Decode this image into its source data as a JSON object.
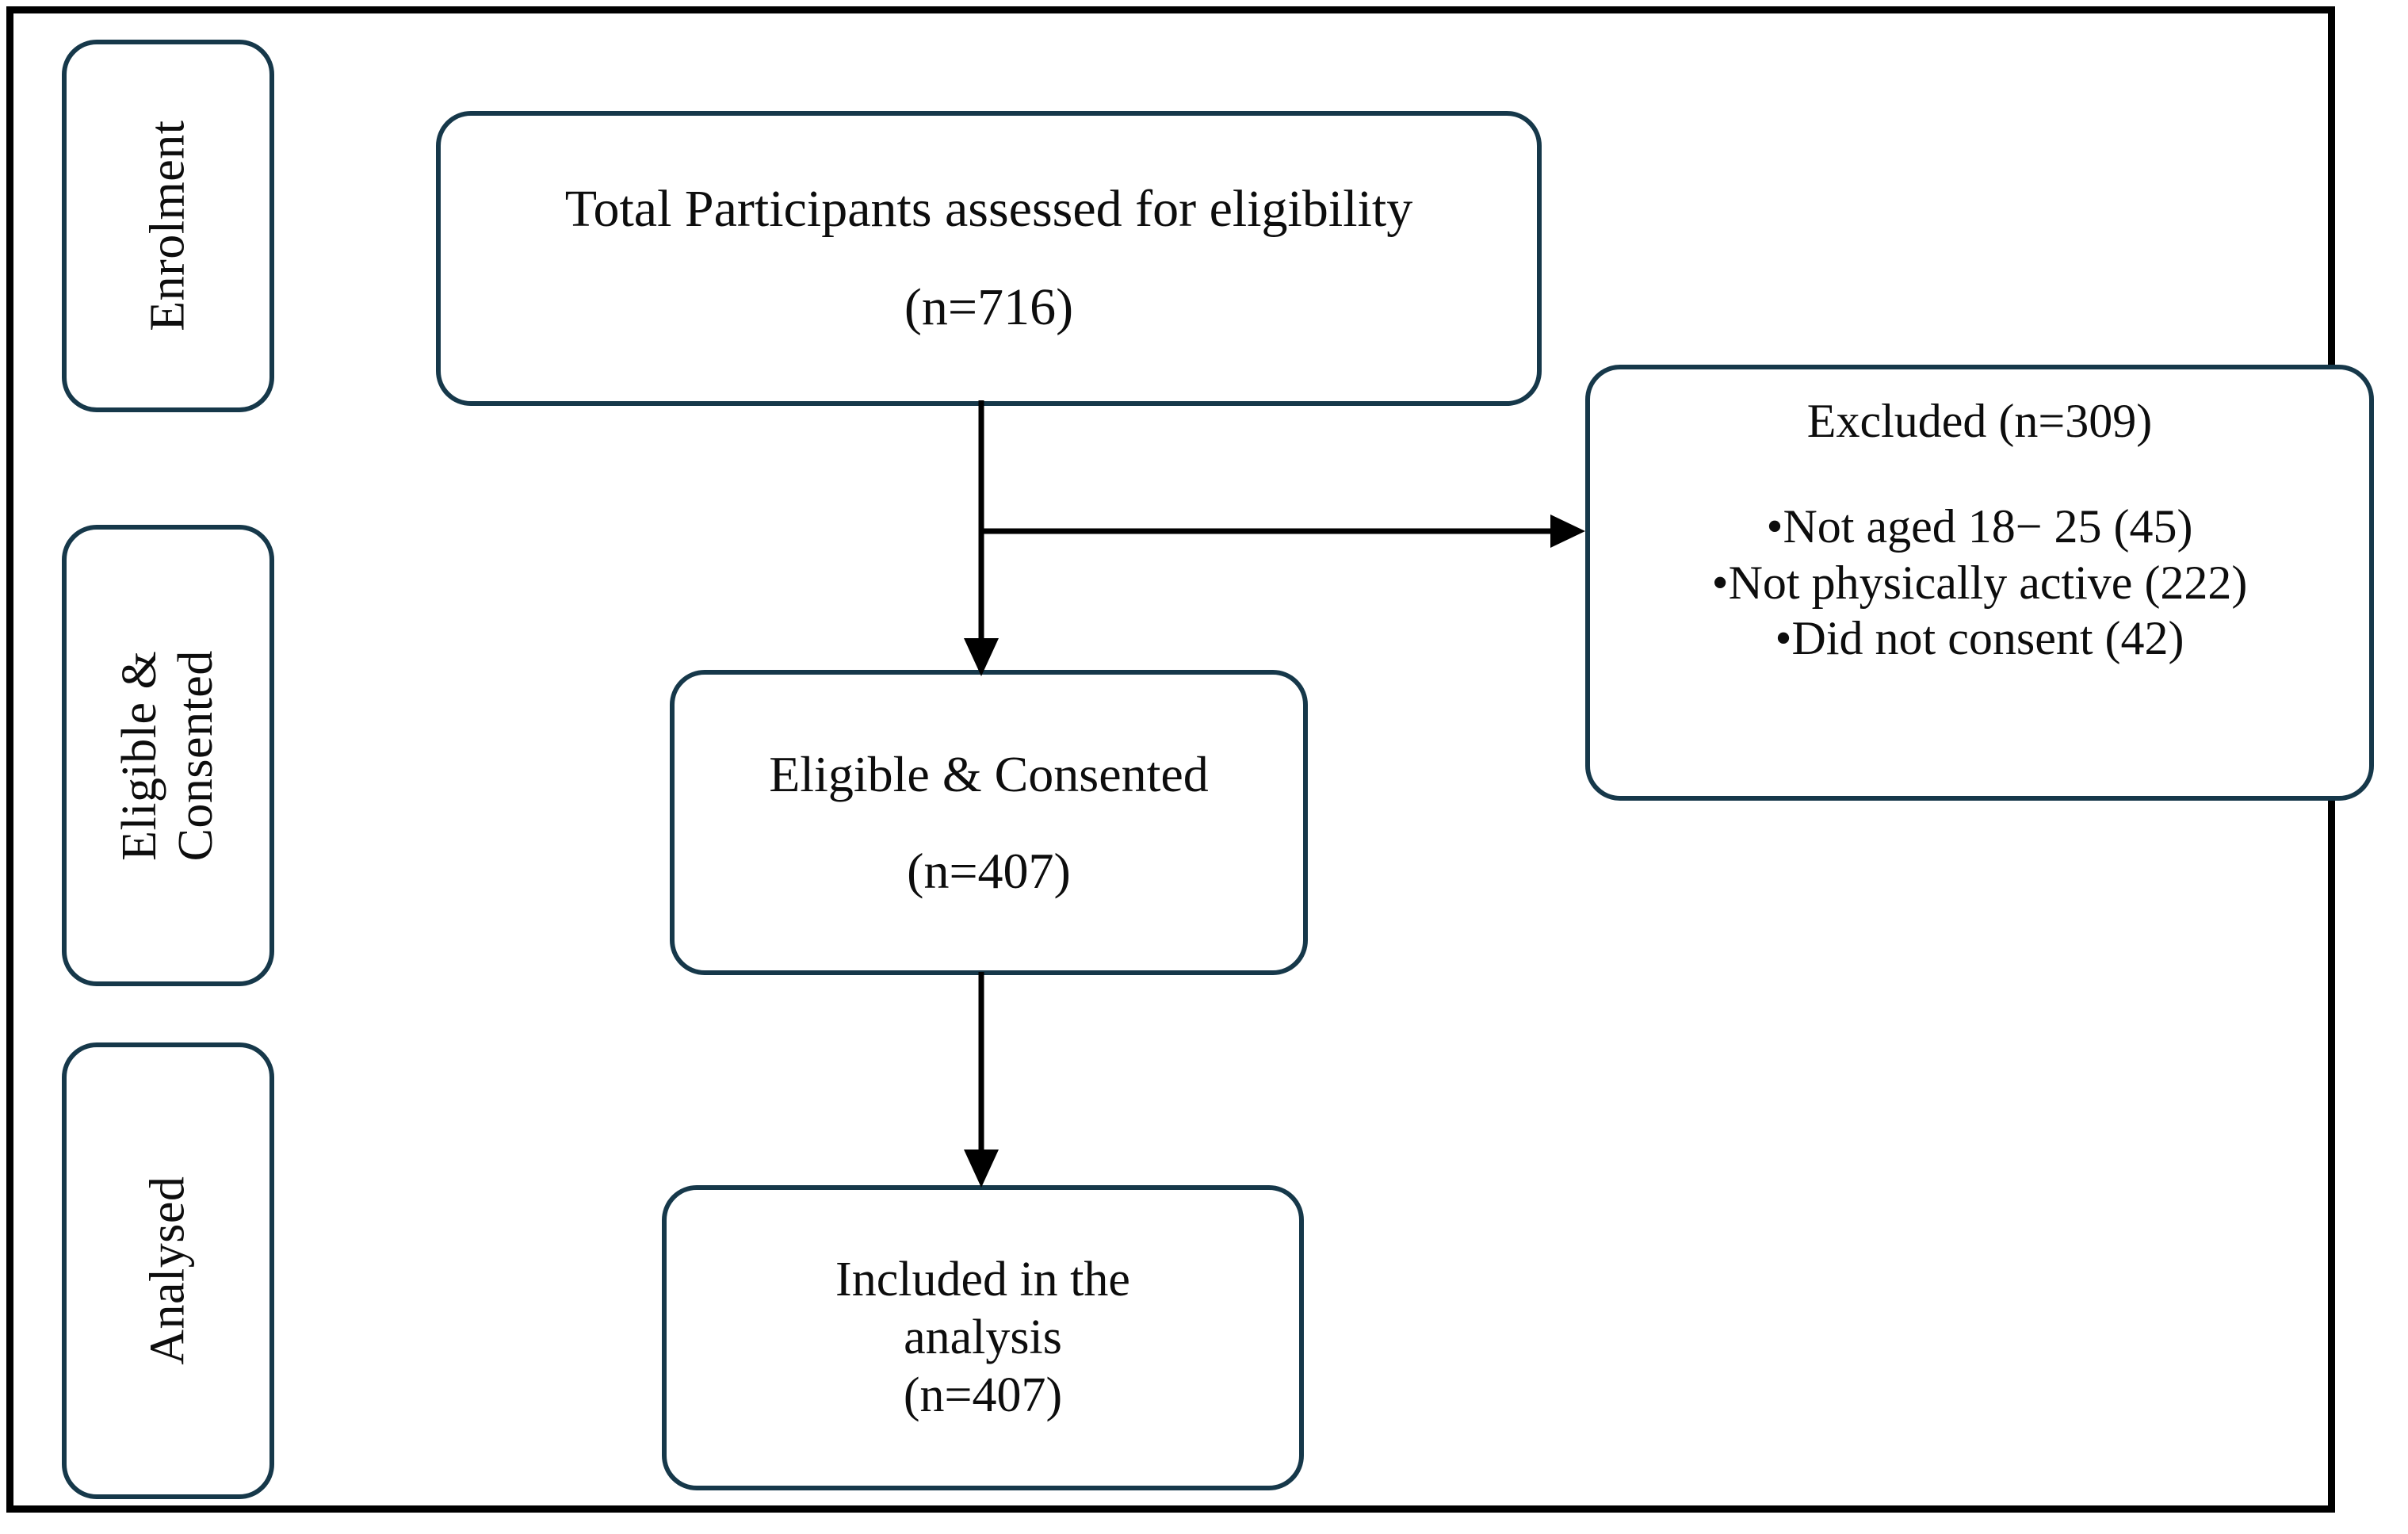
{
  "figure": {
    "type": "consort-flow-diagram",
    "border_color": "#000000",
    "node_border_color": "#16384a",
    "connector_color": "#000000",
    "background": "#ffffff"
  },
  "stages": [
    {
      "id": "enrolment",
      "label": "Enrolment"
    },
    {
      "id": "eligible-consented",
      "label_line1": "Eligible &",
      "label_line2": "Consented"
    },
    {
      "id": "analysed",
      "label": "Analysed"
    }
  ],
  "nodes": {
    "total_assessed": {
      "line1": "Total Participants assessed for eligibility",
      "line2": "(n=716)",
      "count": 716
    },
    "excluded": {
      "heading": "Excluded (n=309)",
      "count": 309,
      "reasons": [
        {
          "text": "•Not aged 18− 25 (45)",
          "label": "Not aged 18-25",
          "count": 45
        },
        {
          "text": "•Not physically active (222)",
          "label": "Not physically active",
          "count": 222
        },
        {
          "text": "•Did not consent (42)",
          "label": "Did not consent",
          "count": 42
        }
      ]
    },
    "eligible_consented": {
      "line1": "Eligible & Consented",
      "line2": "(n=407)",
      "count": 407
    },
    "included_analysis": {
      "line1": "Included in the",
      "line2": "analysis",
      "line3": "(n=407)",
      "count": 407
    }
  },
  "connectors": [
    {
      "id": "total-to-eligible",
      "from": "total_assessed",
      "to": "eligible_consented",
      "direction": "down",
      "arrowhead": true
    },
    {
      "id": "total-to-excluded",
      "from": "total_assessed",
      "to": "excluded",
      "direction": "right",
      "arrowhead": true
    },
    {
      "id": "eligible-to-included",
      "from": "eligible_consented",
      "to": "included_analysis",
      "direction": "down",
      "arrowhead": true
    }
  ]
}
